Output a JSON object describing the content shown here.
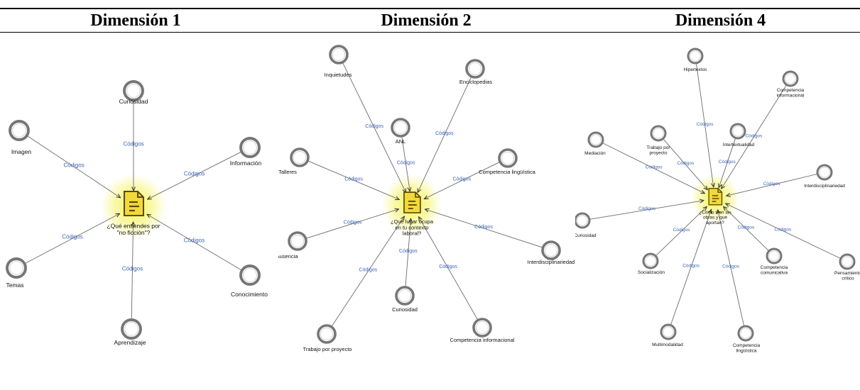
{
  "colors": {
    "edge": "#6b6b6b",
    "edge_label": "#3d63b5",
    "node_ring": "#767676",
    "glow": "#f6f259",
    "doc_fill": "#f2d93a",
    "doc_stroke": "#5b4a05"
  },
  "headers": [
    {
      "label": "Dimensión 1"
    },
    {
      "label": "Dimensión 2"
    },
    {
      "label": "Dimensión 4"
    }
  ],
  "diagrams": [
    {
      "edge_label": "Códigos",
      "center": {
        "icon": "document-icon",
        "lines": [
          "¿Qué entiendes por",
          "\"no ficción\"?"
        ]
      },
      "nodes": [
        {
          "label": "Curiosidad"
        },
        {
          "label": "Imagen"
        },
        {
          "label": "Información"
        },
        {
          "label": "Temas"
        },
        {
          "label": "Conocimiento"
        },
        {
          "label": "Aprendizaje"
        }
      ]
    },
    {
      "edge_label": "Códigos",
      "center": {
        "icon": "document-icon",
        "lines": [
          "¿Qué lugar ocupa",
          "en tu contexto",
          "laboral?"
        ]
      },
      "nodes": [
        {
          "label": "Inquietudes"
        },
        {
          "label": "Enciclopedias"
        },
        {
          "label": "ANL"
        },
        {
          "label": "Talleres"
        },
        {
          "label": "Competencia lingüística"
        },
        {
          "label": "Ausencia"
        },
        {
          "label": "Interdisciplinariedad"
        },
        {
          "label": "Curiosidad"
        },
        {
          "label": "Trabajo por proyecto"
        },
        {
          "label": "Competencia informacional"
        }
      ]
    },
    {
      "edge_label": "Códigos",
      "center": {
        "icon": "document-icon",
        "lines": [
          "¿Cómo leen las",
          "obras y qué",
          "aportan?"
        ]
      },
      "nodes": [
        {
          "label": "Hipertextos"
        },
        {
          "label": "Competencia informacional"
        },
        {
          "label": "Mediación"
        },
        {
          "label": "Trabajo por proyecto"
        },
        {
          "label": "Intertextualidad"
        },
        {
          "label": "Interdisciplinariedad"
        },
        {
          "label": "Curiosidad"
        },
        {
          "label": "Socialización"
        },
        {
          "label": "Competencia comunicativa"
        },
        {
          "label": "Pensamiento crítico"
        },
        {
          "label": "Multimodalidad"
        },
        {
          "label": "Competencia lingüística"
        }
      ]
    }
  ]
}
